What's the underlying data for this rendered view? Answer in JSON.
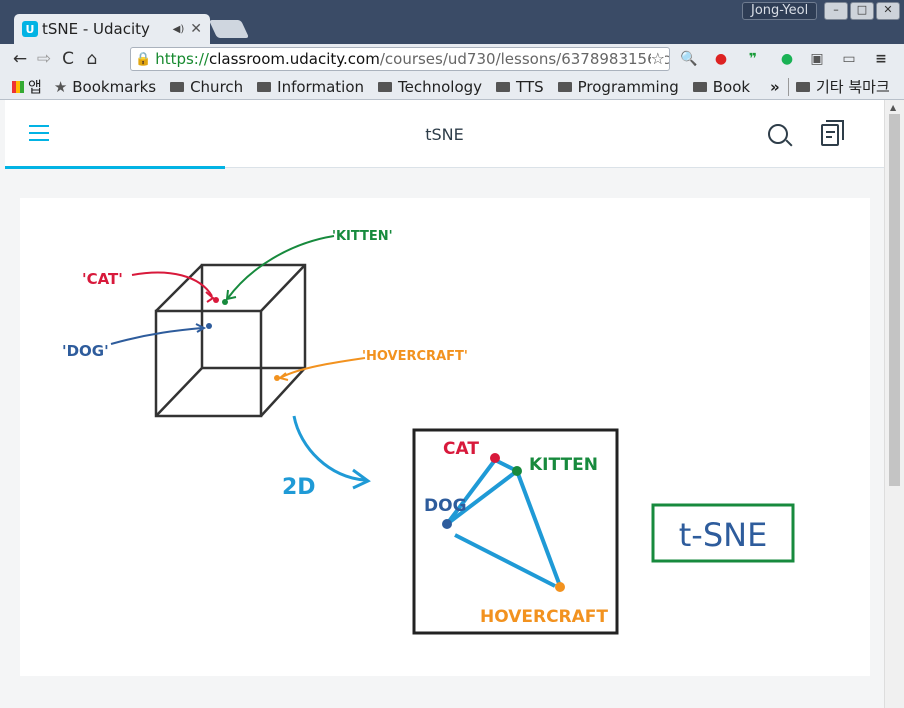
{
  "browser": {
    "tab_title": "tSNE - Udacity",
    "tab_favicon": "U",
    "user_name": "Jong-Yeol",
    "url_scheme": "https://",
    "url_host": "classroom.udacity.com",
    "url_path": "/courses/ud730/lessons/6378983156/co"
  },
  "bookmarks": {
    "apps_label": "앱",
    "items": [
      "Bookmarks",
      "Church",
      "Information",
      "Technology",
      "TTS",
      "Programming",
      "Book"
    ],
    "overflow": "»",
    "other": "기타 북마크"
  },
  "page": {
    "title": "tSNE",
    "accent": "#02b3e4"
  },
  "drawing": {
    "cube_labels": [
      "'CAT'",
      "'KITTEN'",
      "'DOG'",
      "'HOVERCRAFT'"
    ],
    "arrow_label": "2D",
    "box_labels": [
      "CAT",
      "KITTEN",
      "DOG",
      "HOVERCRAFT"
    ],
    "method": "t-SNE"
  }
}
